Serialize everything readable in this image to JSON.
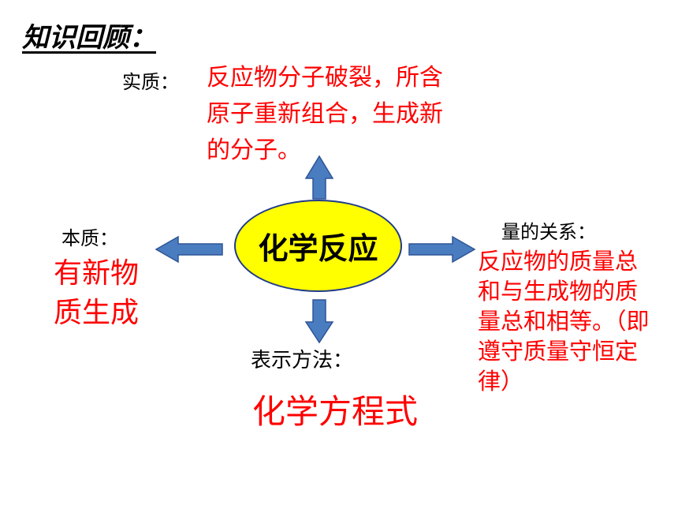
{
  "heading": "知识回顾：",
  "center": "化学反应",
  "essence": {
    "label": "实质：",
    "text": "反应物分子破裂，所含原子重新组合，生成新的分子。"
  },
  "nature": {
    "label": "本质：",
    "text": "有新物质生成"
  },
  "quantity": {
    "label": "量的关系：",
    "text": "反应物的质量总和与生成物的质量总和相等。（即遵守质量守恒定律）"
  },
  "method": {
    "label": "表示方法：",
    "text": "化学方程式"
  },
  "colors": {
    "ellipse_fill": "#ffff00",
    "ellipse_border": "#1f3a8a",
    "arrow_fill": "#4a7cc0",
    "arrow_border": "#2f5597",
    "highlight_text": "#ff0000"
  }
}
